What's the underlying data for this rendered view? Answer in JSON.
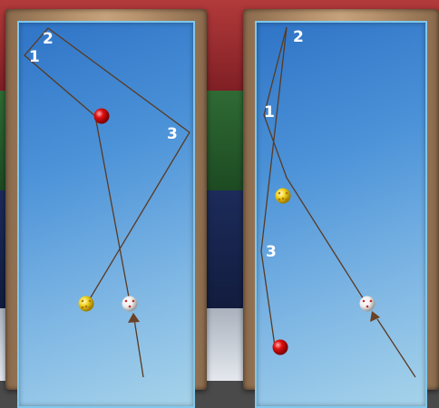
{
  "diagrams": [
    {
      "labels": {
        "p1": "1",
        "p2": "2",
        "p3": "3"
      }
    },
    {
      "labels": {
        "p1": "1",
        "p2": "2",
        "p3": "3"
      }
    }
  ],
  "colors": {
    "path_line": "#5a3a22",
    "red_ball": "#e01010",
    "yellow_ball": "#f2d21c",
    "white_ball": "#f2f2f2",
    "cue_arrow": "#6b4226"
  }
}
